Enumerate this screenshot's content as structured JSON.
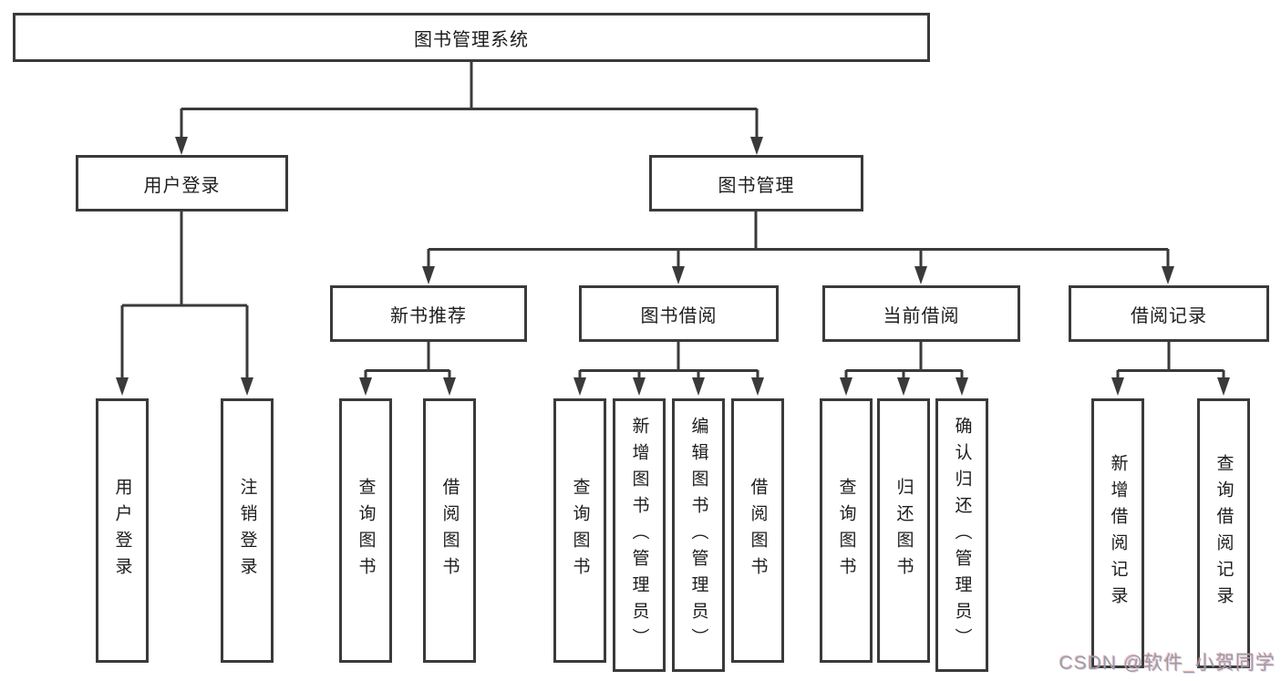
{
  "tree": {
    "root": {
      "label": "图书管理系统"
    },
    "level1": [
      {
        "label": "用户登录",
        "children": [
          {
            "label": "用户登录"
          },
          {
            "label": "注销登录"
          }
        ]
      },
      {
        "label": "图书管理",
        "children": [
          {
            "label": "新书推荐",
            "children": [
              {
                "label": "查询图书"
              },
              {
                "label": "借阅图书"
              }
            ]
          },
          {
            "label": "图书借阅",
            "children": [
              {
                "label": "查询图书"
              },
              {
                "label": "新增图书（管理员）"
              },
              {
                "label": "编辑图书（管理员）"
              },
              {
                "label": "借阅图书"
              }
            ]
          },
          {
            "label": "当前借阅",
            "children": [
              {
                "label": "查询图书"
              },
              {
                "label": "归还图书"
              },
              {
                "label": "确认归还（管理员）"
              }
            ]
          },
          {
            "label": "借阅记录",
            "children": [
              {
                "label": "新增借阅记录"
              },
              {
                "label": "查询借阅记录"
              }
            ]
          }
        ]
      }
    ]
  },
  "watermark": "CSDN @软件_小贺同学",
  "colors": {
    "line": "#3a3a3a",
    "text": "#1d1d1d",
    "background": "#ffffff",
    "watermark": "#9d9da1"
  }
}
